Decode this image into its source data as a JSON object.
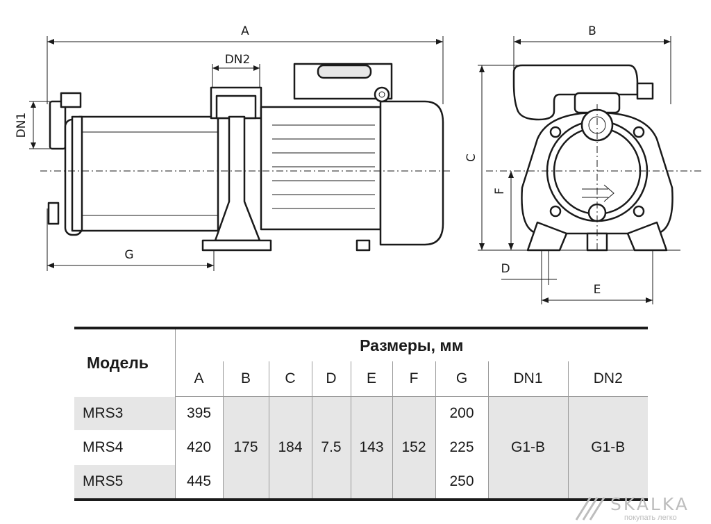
{
  "drawing": {
    "labels": {
      "a": "A",
      "b": "B",
      "c": "C",
      "d": "D",
      "e": "E",
      "f": "F",
      "g": "G",
      "dn1": "DN1",
      "dn2": "DN2"
    }
  },
  "table": {
    "model_header": "Модель",
    "group_header": "Размеры, мм",
    "columns": [
      "A",
      "B",
      "C",
      "D",
      "E",
      "F",
      "G",
      "DN1",
      "DN2"
    ],
    "rows": [
      {
        "model": "MRS3",
        "A": "395",
        "G": "200"
      },
      {
        "model": "MRS4",
        "A": "420",
        "G": "225"
      },
      {
        "model": "MRS5",
        "A": "445",
        "G": "250"
      }
    ],
    "shared": {
      "B": "175",
      "C": "184",
      "D": "7.5",
      "E": "143",
      "F": "152",
      "DN1": "G1-B",
      "DN2": "G1-B"
    }
  },
  "watermark": {
    "brand": "SKALKA",
    "tagline": "покупать легко",
    "color": "#bdbdbd"
  },
  "colors": {
    "row_shade": "#e6e6e6",
    "line": "#1a1a1a"
  }
}
